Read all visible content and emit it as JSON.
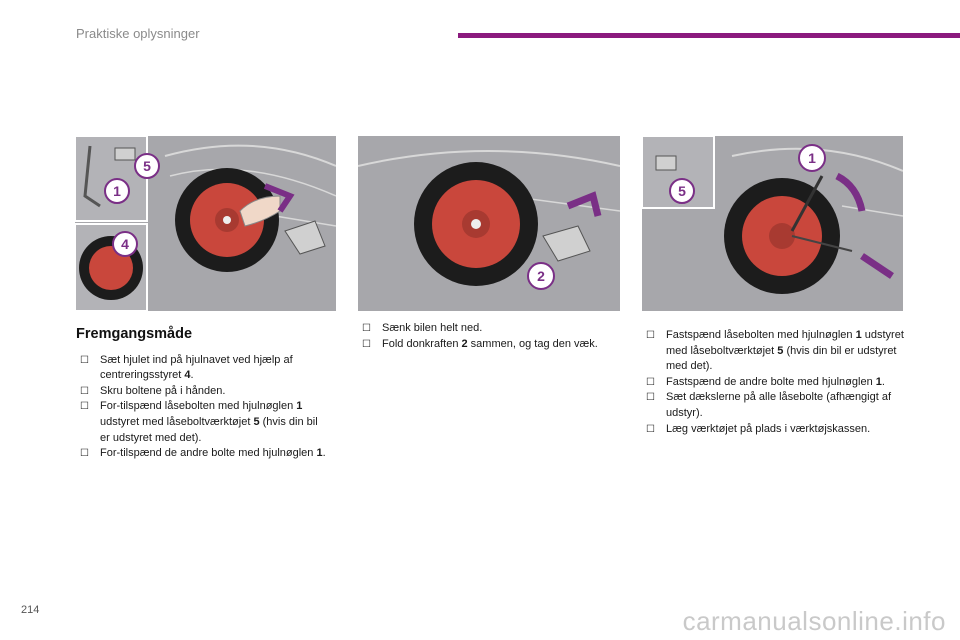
{
  "header": {
    "title": "Praktiske oplysninger",
    "accent": "#8b1a7e"
  },
  "page_number": "214",
  "watermark": "carmanualsonline.info",
  "illustrations": {
    "left": {
      "callouts": [
        "5",
        "1",
        "4"
      ]
    },
    "middle": {
      "callouts": [
        "2"
      ]
    },
    "right": {
      "callouts": [
        "1",
        "5"
      ]
    }
  },
  "left_col": {
    "heading": "Fremgangsmåde",
    "bullets": [
      {
        "pre": "Sæt hjulet ind på hjulnavet ved hjælp af centreringsstyret ",
        "ref": "4",
        "post": "."
      },
      {
        "pre": "Skru boltene på i hånden.",
        "ref": "",
        "post": ""
      },
      {
        "pre": "For-tilspænd låsebolten med hjulnøglen ",
        "ref": "1",
        "mid": " udstyret med låseboltværktøjet ",
        "ref2": "5",
        "post": " (hvis din bil er udstyret med det)."
      },
      {
        "pre": "For-tilspænd de andre bolte med hjulnøglen ",
        "ref": "1",
        "post": "."
      }
    ]
  },
  "middle_col": {
    "bullets": [
      {
        "pre": "Sænk bilen helt ned.",
        "ref": "",
        "post": ""
      },
      {
        "pre": "Fold donkraften ",
        "ref": "2",
        "post": " sammen, og tag den væk."
      }
    ]
  },
  "right_col": {
    "bullets": [
      {
        "pre": "Fastspænd låsebolten med hjulnøglen ",
        "ref": "1",
        "mid": " udstyret med låseboltværktøjet ",
        "ref2": "5",
        "post": " (hvis din bil er udstyret med det)."
      },
      {
        "pre": "Fastspænd de andre bolte med hjulnøglen ",
        "ref": "1",
        "post": "."
      },
      {
        "pre": "Sæt dækslerne på alle låsebolte (afhængigt af udstyr).",
        "ref": "",
        "post": ""
      },
      {
        "pre": "Læg værktøjet på plads i værktøjskassen.",
        "ref": "",
        "post": ""
      }
    ]
  },
  "bullet_icon": "checkbox-arrow-icon",
  "colors": {
    "wheel": "#c9473c",
    "tire": "#1c1c1c",
    "arrow": "#7a2f86",
    "panel": "#a7a7ab"
  }
}
